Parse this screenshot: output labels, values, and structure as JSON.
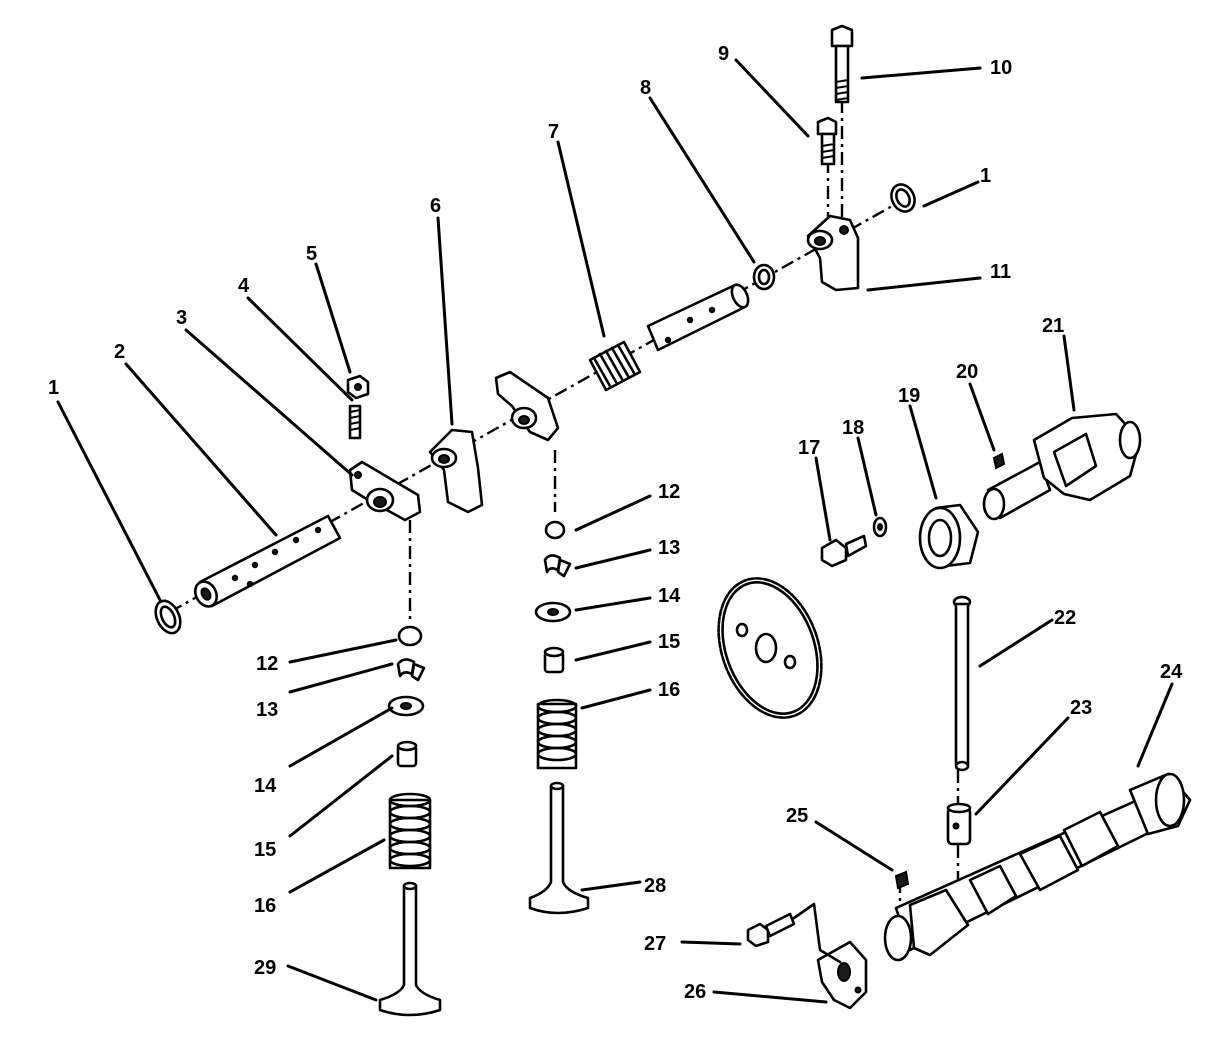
{
  "diagram": {
    "part_labels": [
      {
        "id": "l1a",
        "text": "1"
      },
      {
        "id": "l1b",
        "text": "1"
      },
      {
        "id": "l2",
        "text": "2"
      },
      {
        "id": "l3",
        "text": "3"
      },
      {
        "id": "l4",
        "text": "4"
      },
      {
        "id": "l5",
        "text": "5"
      },
      {
        "id": "l6",
        "text": "6"
      },
      {
        "id": "l7",
        "text": "7"
      },
      {
        "id": "l8",
        "text": "8"
      },
      {
        "id": "l9",
        "text": "9"
      },
      {
        "id": "l10",
        "text": "10"
      },
      {
        "id": "l11",
        "text": "11"
      },
      {
        "id": "l12a",
        "text": "12"
      },
      {
        "id": "l12b",
        "text": "12"
      },
      {
        "id": "l13a",
        "text": "13"
      },
      {
        "id": "l13b",
        "text": "13"
      },
      {
        "id": "l14a",
        "text": "14"
      },
      {
        "id": "l14b",
        "text": "14"
      },
      {
        "id": "l15a",
        "text": "15"
      },
      {
        "id": "l15b",
        "text": "15"
      },
      {
        "id": "l16a",
        "text": "16"
      },
      {
        "id": "l16b",
        "text": "16"
      },
      {
        "id": "l17",
        "text": "17"
      },
      {
        "id": "l18",
        "text": "18"
      },
      {
        "id": "l19",
        "text": "19"
      },
      {
        "id": "l20",
        "text": "20"
      },
      {
        "id": "l21",
        "text": "21"
      },
      {
        "id": "l22",
        "text": "22"
      },
      {
        "id": "l23",
        "text": "23"
      },
      {
        "id": "l24",
        "text": "24"
      },
      {
        "id": "l25",
        "text": "25"
      },
      {
        "id": "l26",
        "text": "26"
      },
      {
        "id": "l27",
        "text": "27"
      },
      {
        "id": "l28",
        "text": "28"
      },
      {
        "id": "l29",
        "text": "29"
      }
    ]
  }
}
